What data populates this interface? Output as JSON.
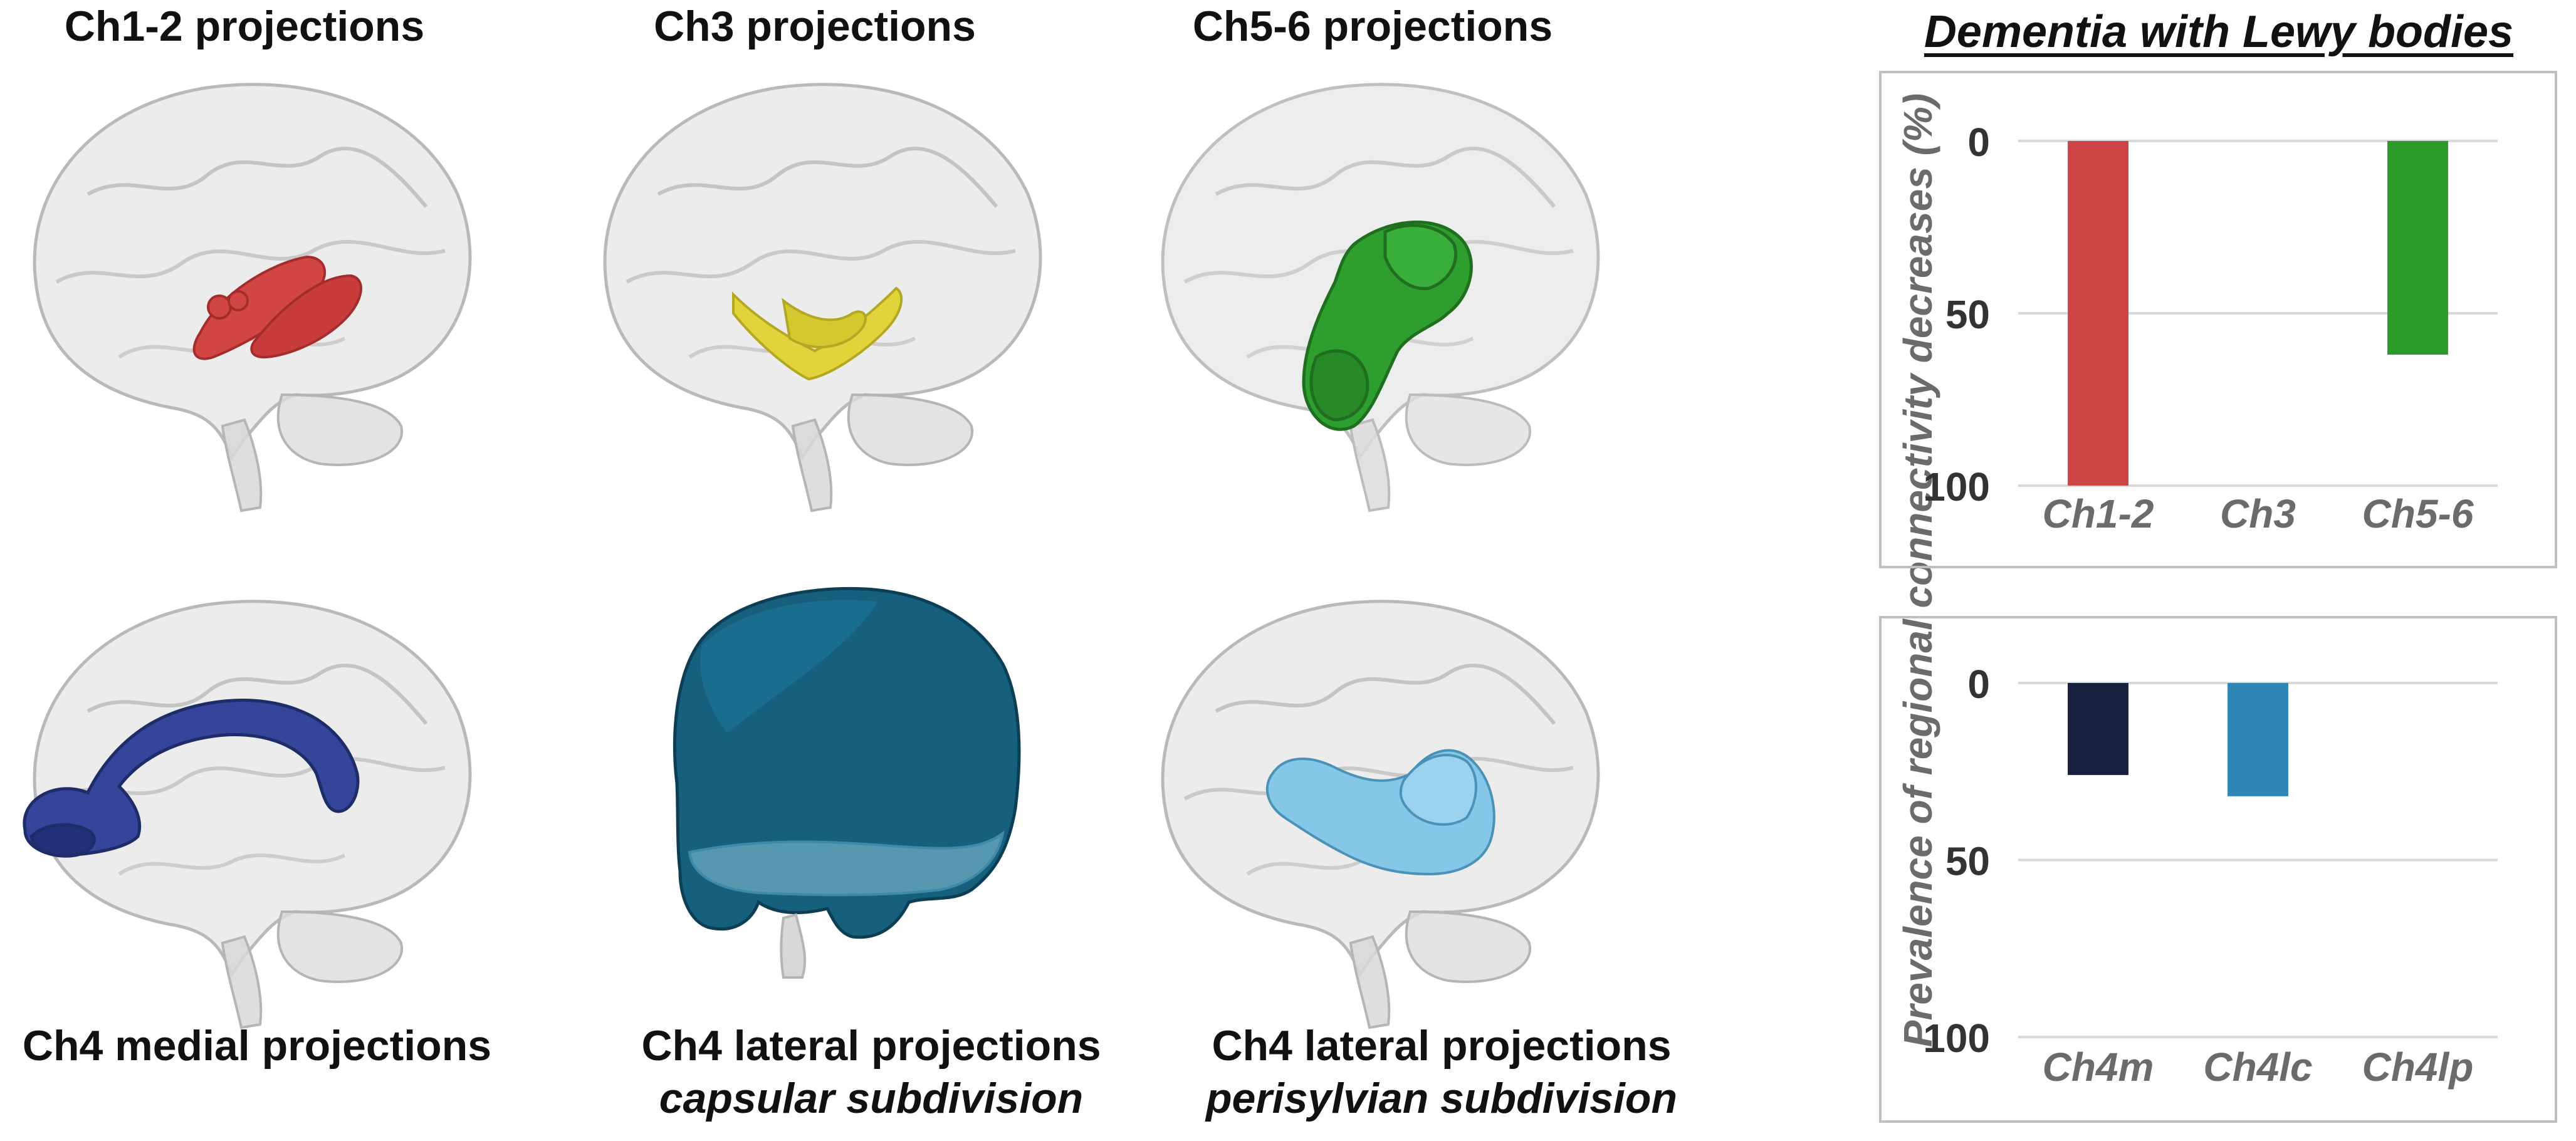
{
  "figure": {
    "panels": [
      {
        "title": "Ch1-2 projections",
        "subtitle": "",
        "region_color": "#d24545"
      },
      {
        "title": "Ch3 projections",
        "subtitle": "",
        "region_color": "#e0d43a"
      },
      {
        "title": "Ch5-6 projections",
        "subtitle": "",
        "region_color": "#2e9e2e"
      },
      {
        "title": "Ch4 medial projections",
        "subtitle": "",
        "region_color": "#2f3f8f"
      },
      {
        "title": "Ch4 lateral projections",
        "subtitle": "capsular subdivision",
        "region_color": "#15627f"
      },
      {
        "title": "Ch4 lateral projections",
        "subtitle": "perisylvian subdivision",
        "region_color": "#86c6e6"
      }
    ]
  },
  "chart_title": "Dementia with Lewy bodies",
  "ylabel": "Prevalence of regional connectivity decreases (%)",
  "chart_data": [
    {
      "type": "bar",
      "categories": [
        "Ch1-2",
        "Ch3",
        "Ch5-6"
      ],
      "values": [
        100,
        0,
        62
      ],
      "colors": [
        "#cc4444",
        "#999999",
        "#2a9a2a"
      ],
      "yticks": [
        0,
        50,
        100
      ],
      "ylim": [
        0,
        100
      ],
      "y_inverted": true,
      "grid": true
    },
    {
      "type": "bar",
      "categories": [
        "Ch4m",
        "Ch4lc",
        "Ch4lp"
      ],
      "values": [
        26,
        32,
        0
      ],
      "colors": [
        "#17203f",
        "#2e86b5",
        "#999999"
      ],
      "yticks": [
        0,
        50,
        100
      ],
      "ylim": [
        0,
        100
      ],
      "y_inverted": true,
      "grid": true
    }
  ]
}
